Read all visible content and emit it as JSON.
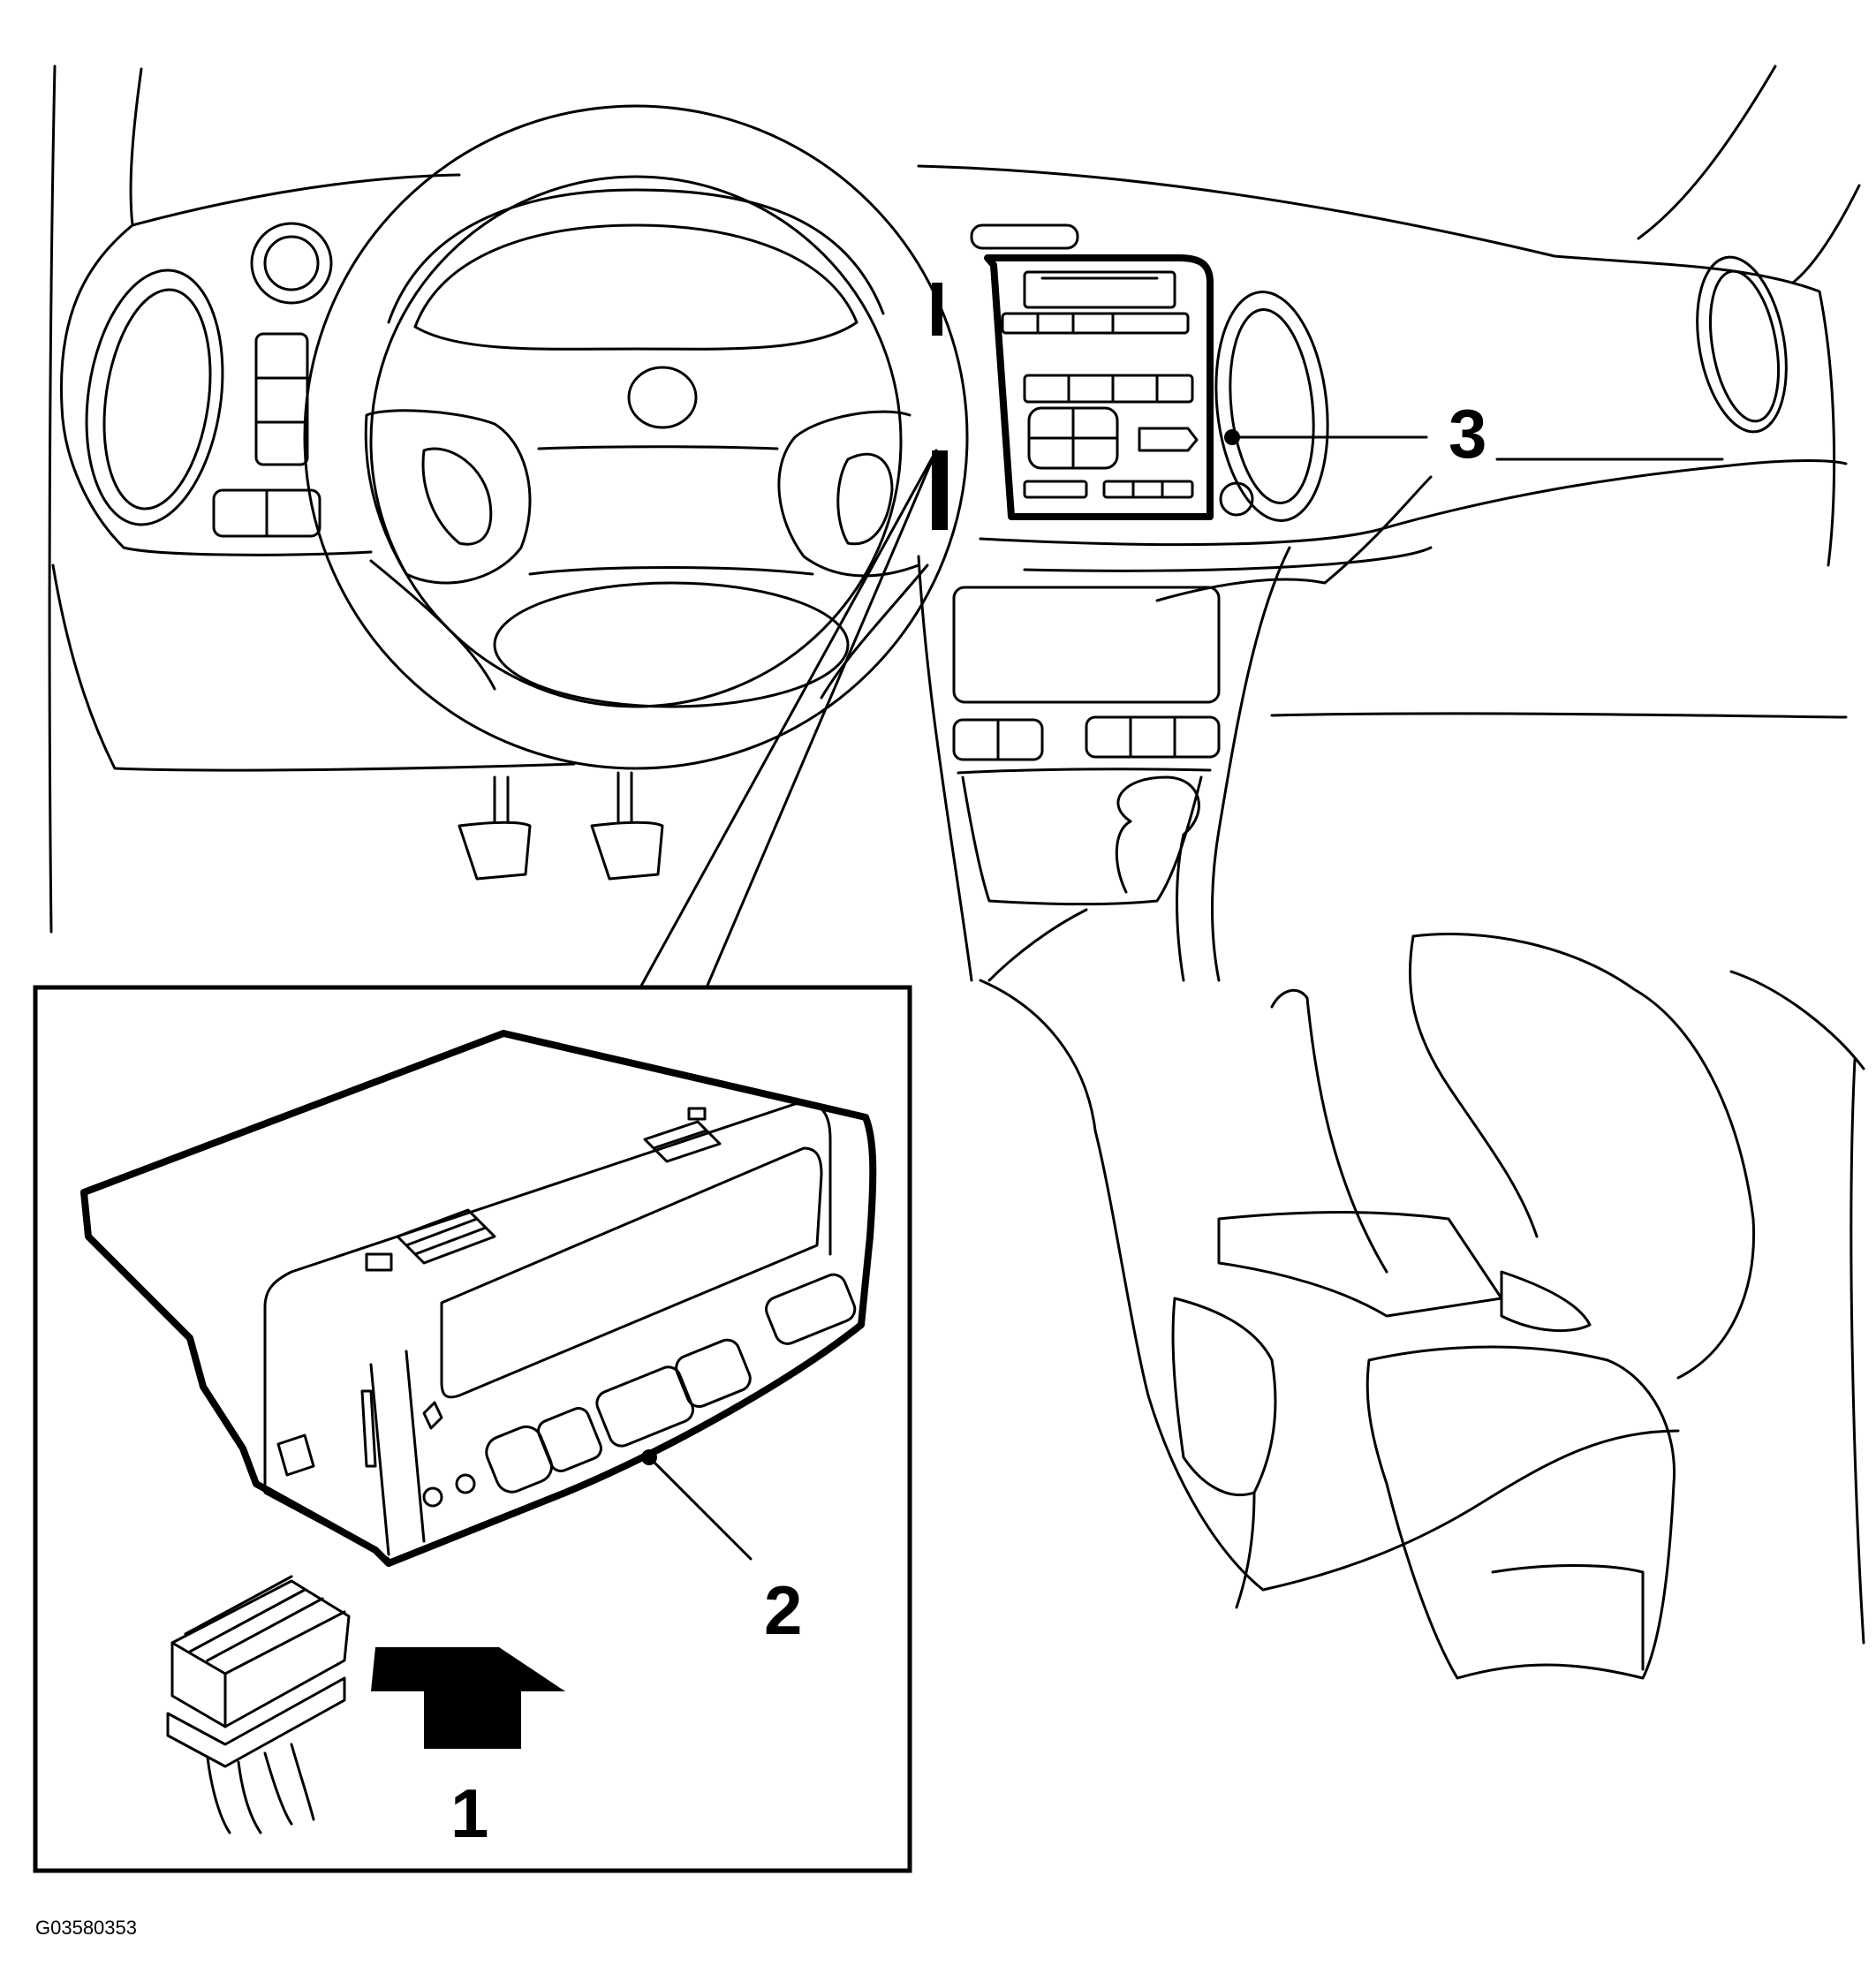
{
  "callouts": {
    "one": "1",
    "two": "2",
    "three": "3"
  },
  "figure_code": "G03580353",
  "colors": {
    "ink": "#000000",
    "paper": "#ffffff"
  }
}
